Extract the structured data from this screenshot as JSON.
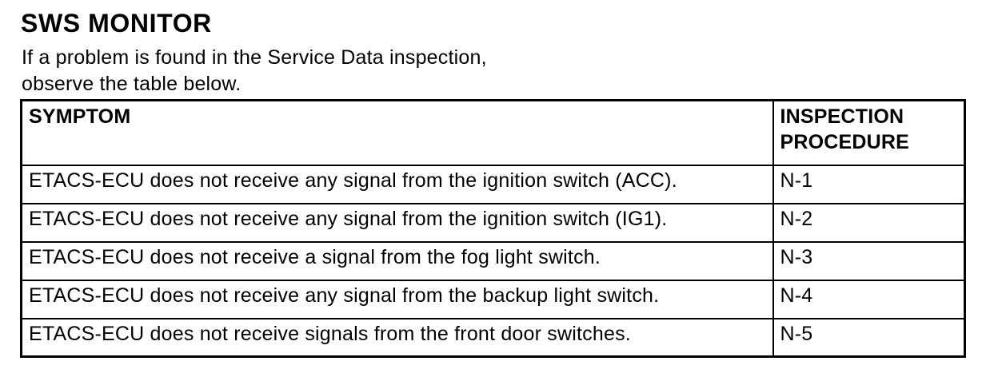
{
  "page": {
    "title": "SWS MONITOR",
    "intro_line1": "If a problem is found in the Service Data inspection,",
    "intro_line2": "observe the table below."
  },
  "table": {
    "headers": {
      "symptom": "SYMPTOM",
      "procedure": "INSPECTION PROCEDURE"
    },
    "rows": [
      {
        "symptom": "ETACS-ECU does not receive any signal from the ignition switch (ACC).",
        "procedure": "N-1"
      },
      {
        "symptom": "ETACS-ECU does not receive any signal from the ignition switch (IG1).",
        "procedure": "N-2"
      },
      {
        "symptom": "ETACS-ECU does not receive a signal from the fog light switch.",
        "procedure": "N-3"
      },
      {
        "symptom": "ETACS-ECU does not receive any signal from the backup light switch.",
        "procedure": "N-4"
      },
      {
        "symptom": "ETACS-ECU does not receive signals from the front door switches.",
        "procedure": "N-5"
      }
    ]
  },
  "colors": {
    "text": "#000000",
    "background": "#ffffff",
    "border": "#000000"
  }
}
